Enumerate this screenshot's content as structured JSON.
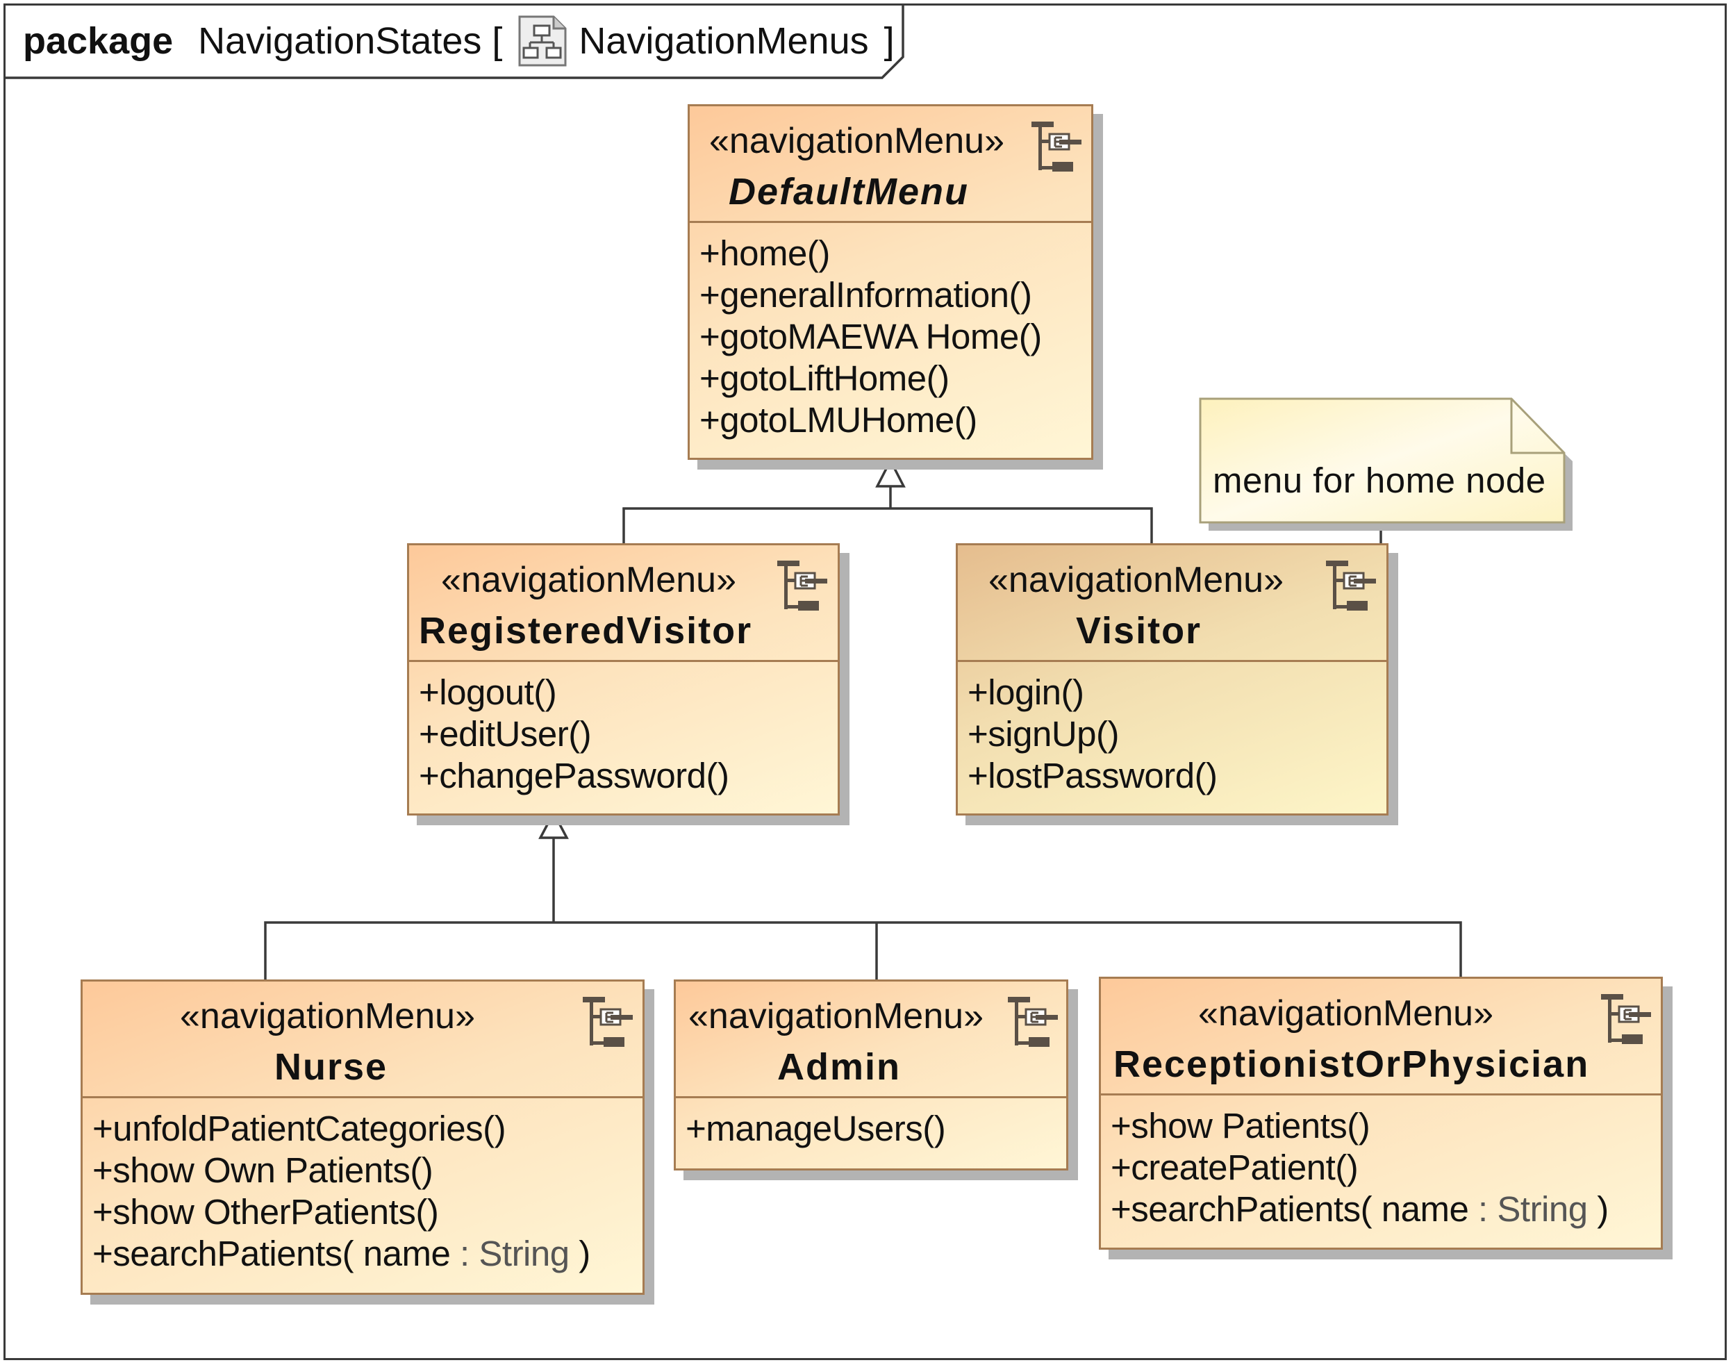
{
  "frame": {
    "keyword": "package",
    "name": "NavigationStates [",
    "diagram_name": "NavigationMenus",
    "closing": "]",
    "icon": "package-diagram-icon"
  },
  "classes": [
    {
      "stereotype": "«navigationMenu»",
      "name": "DefaultMenu",
      "operations": [
        "+home()",
        "+generalInformation()",
        "+gotoMAEWA Home()",
        "+gotoLiftHome()",
        "+gotoLMUHome()"
      ]
    },
    {
      "stereotype": "«navigationMenu»",
      "name": "RegisteredVisitor",
      "operations": [
        "+logout()",
        "+editUser()",
        "+changePassword()"
      ]
    },
    {
      "stereotype": "«navigationMenu»",
      "name": "Visitor",
      "operations": [
        "+login()",
        "+signUp()",
        "+lostPassword()"
      ]
    },
    {
      "stereotype": "«navigationMenu»",
      "name": "Nurse",
      "operations": [
        "+unfoldPatientCategories()",
        "+show Own Patients()",
        "+show OtherPatients()",
        "+searchPatients( name"
      ],
      "param_sep": " : ",
      "param_type": "String",
      "param_close": " )"
    },
    {
      "stereotype": "«navigationMenu»",
      "name": "Admin",
      "operations": [
        "+manageUsers()"
      ]
    },
    {
      "stereotype": "«navigationMenu»",
      "name": "ReceptionistOrPhysician",
      "operations": [
        "+show Patients()",
        "+createPatient()",
        "+searchPatients( name"
      ],
      "param_sep": " : ",
      "param_type": "String",
      "param_close": " )"
    }
  ],
  "note": {
    "text": "menu for home node"
  },
  "class_icon": "class-stereotype-icon",
  "colors": {
    "border": "#a67c52",
    "line": "#3a3a3a",
    "note_fill": "#fdf7cf"
  }
}
